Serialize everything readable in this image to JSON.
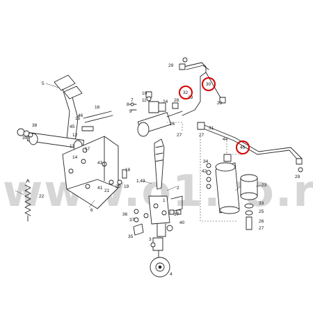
{
  "diagram": {
    "watermark": "www.o1.ro.r",
    "highlight_color": "#d40000",
    "highlighted_labels": [
      "30",
      "32",
      "45"
    ],
    "labels": {
      "l5": "5",
      "l38": "38",
      "l39": "39",
      "l46": "46",
      "l16": "16",
      "l15": "15",
      "l45a": "45",
      "l12": "12",
      "l13": "13",
      "l17": "17",
      "l14": "14",
      "l22": "22",
      "l6": "6",
      "l43": "43",
      "l41": "41",
      "l21": "21",
      "l20": "20",
      "l19": "19",
      "l18": "18",
      "l10": "10",
      "l11": "11",
      "l7": "7",
      "l8": "8",
      "l9": "9",
      "l24": "24",
      "l28": "28",
      "l29a": "29",
      "l29b": "29",
      "l29c": "29",
      "l29d": "29",
      "l30": "30",
      "l32": "32",
      "l45": "45",
      "l26": "26",
      "l27a": "27",
      "l27b": "27",
      "l31": "31",
      "l1_43": "1,43",
      "l2": "2",
      "l1": "1",
      "l40": "40",
      "l36": "36",
      "l37a": "37",
      "l37b": "37",
      "l35": "35",
      "l3": "3",
      "l4": "4",
      "l44": "44",
      "l34": "34",
      "l42": "42",
      "l23": "23",
      "l33": "33",
      "l25": "25",
      "l26b": "26",
      "l27c": "27"
    }
  }
}
